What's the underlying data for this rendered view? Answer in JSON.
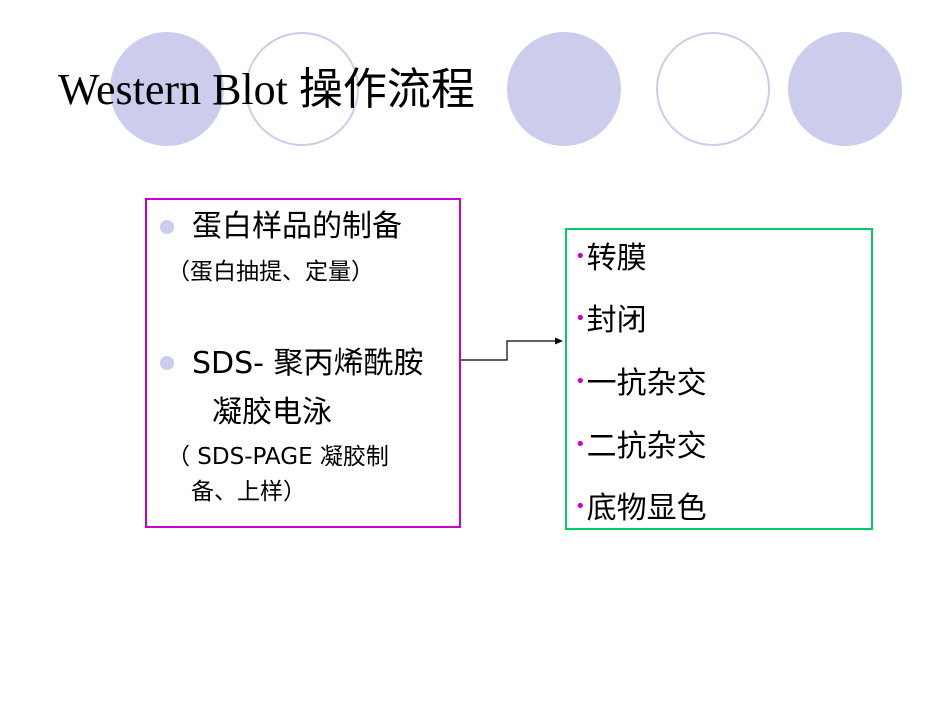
{
  "slide": {
    "title": "Western Blot 操作流程",
    "colors": {
      "circle": "#ccccec",
      "left_border": "#cc00cc",
      "right_border": "#00cc66",
      "bullet_dot": "#cc00cc"
    }
  },
  "left_box": {
    "item1_title": "蛋白样品的制备",
    "item1_sub": "（蛋白抽提、定量）",
    "item2_title_line1": "SDS- 聚丙烯酰胺",
    "item2_title_line2": "凝胶电泳",
    "item2_sub_line1": "（ SDS-PAGE 凝胶制",
    "item2_sub_line2": "备、上样）"
  },
  "right_box": {
    "bullet": "•",
    "steps": [
      "转膜",
      "封闭",
      "一抗杂交",
      "二抗杂交",
      "底物显色"
    ]
  }
}
